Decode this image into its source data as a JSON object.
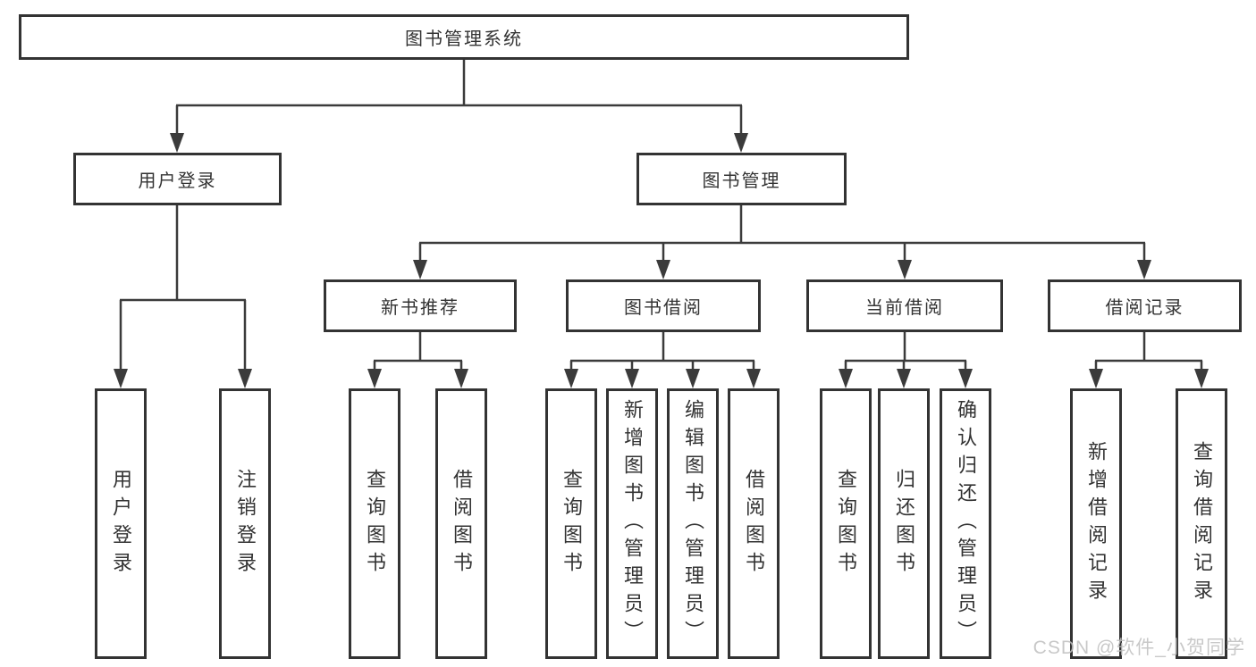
{
  "colors": {
    "line": "#3b3b3b",
    "box_border": "#333333",
    "text": "#333333",
    "watermark": "#bfbfbf",
    "background": "#ffffff"
  },
  "tree": {
    "root": {
      "label": "图书管理系统"
    },
    "branches": [
      {
        "label": "用户登录",
        "children": [
          {
            "label": "用户登录"
          },
          {
            "label": "注销登录"
          }
        ]
      },
      {
        "label": "图书管理",
        "children": [
          {
            "label": "新书推荐",
            "children": [
              {
                "label": "查询图书"
              },
              {
                "label": "借阅图书"
              }
            ]
          },
          {
            "label": "图书借阅",
            "children": [
              {
                "label": "查询图书"
              },
              {
                "label": "新增图书（管理员）"
              },
              {
                "label": "编辑图书（管理员）"
              },
              {
                "label": "借阅图书"
              }
            ]
          },
          {
            "label": "当前借阅",
            "children": [
              {
                "label": "查询图书"
              },
              {
                "label": "归还图书"
              },
              {
                "label": "确认归还（管理员）"
              }
            ]
          },
          {
            "label": "借阅记录",
            "children": [
              {
                "label": "新增借阅记录"
              },
              {
                "label": "查询借阅记录"
              }
            ]
          }
        ]
      }
    ]
  },
  "watermark": {
    "text": "CSDN @软件_小贺同学"
  }
}
